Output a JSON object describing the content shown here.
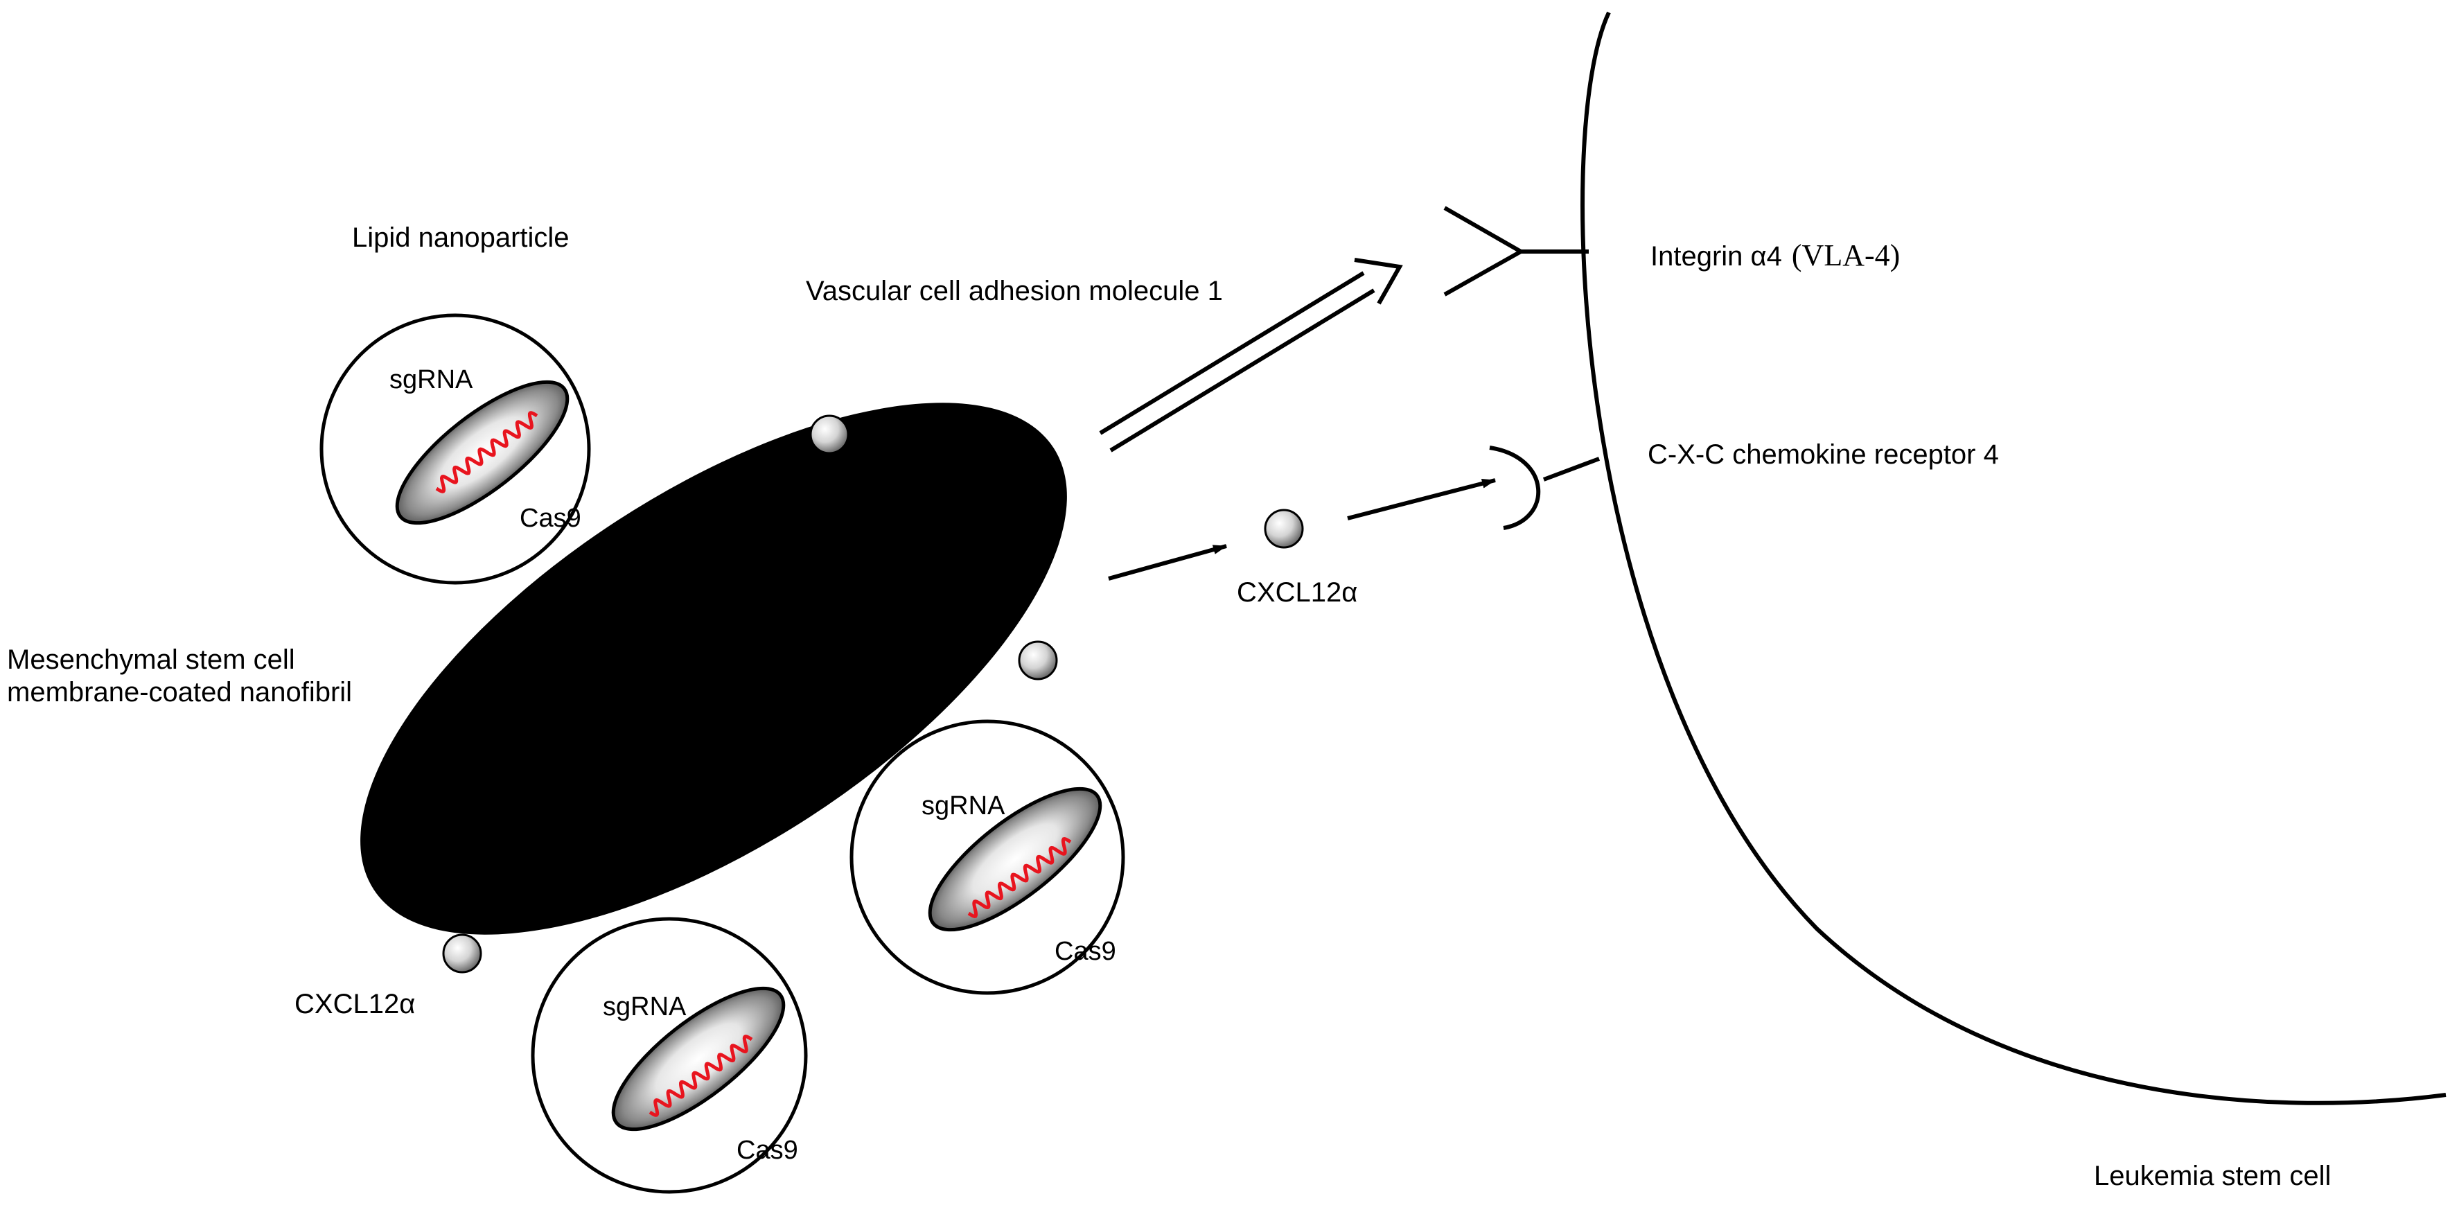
{
  "labels": {
    "lipid_nanoparticle": "Lipid nanoparticle",
    "msc_line1": "Mesenchymal stem cell",
    "msc_line2": "membrane-coated nanofibril",
    "cxcl12_left": "CXCL12α",
    "vcam1": "Vascular cell adhesion molecule 1",
    "cxcl12_mid": "CXCL12α",
    "integrin_main": "Integrin α4",
    "integrin_paren": "(VLA-4)",
    "cxcr4": "C-X-C chemokine receptor 4",
    "leukemia": "Leukemia stem cell"
  },
  "particles": [
    {
      "sgrna": "sgRNA",
      "cas9": "Cas9"
    },
    {
      "sgrna": "sgRNA",
      "cas9": "Cas9"
    },
    {
      "sgrna": "sgRNA",
      "cas9": "Cas9"
    }
  ],
  "colors": {
    "rna": "#e8141e",
    "ink": "#000000",
    "background": "#ffffff"
  }
}
